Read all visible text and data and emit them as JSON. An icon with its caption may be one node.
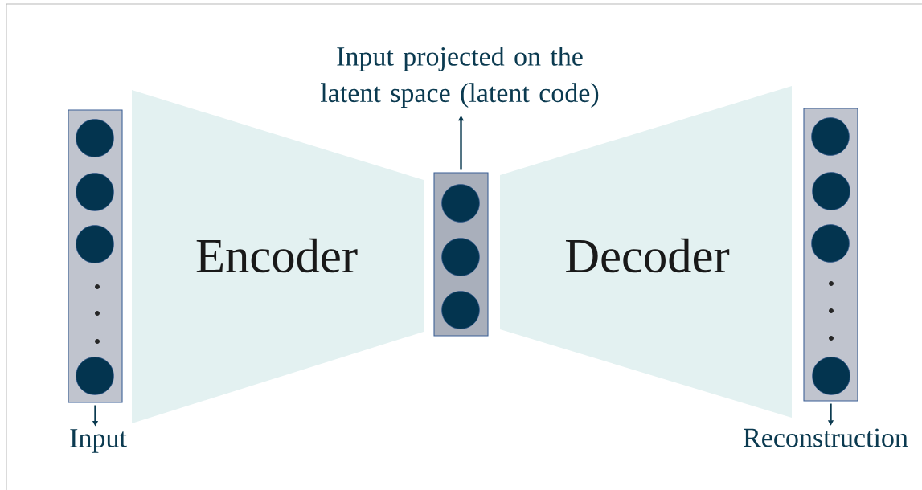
{
  "diagram": {
    "nodes": [
      {
        "text": [],
        "shape": "box"
      },
      {
        "text": [],
        "shape": "circle",
        "in": 0
      },
      {
        "text": [],
        "shape": "circle",
        "in": 0
      },
      {
        "text": [],
        "shape": "circle",
        "in": 0
      },
      {
        "text": [],
        "shape": "circle",
        "in": 0
      },
      {
        "text": [
          "Encoder"
        ]
      },
      {
        "text": [],
        "shape": "box"
      },
      {
        "text": [],
        "shape": "circle",
        "in": 6
      },
      {
        "text": [],
        "shape": "circle",
        "in": 6
      },
      {
        "text": [],
        "shape": "circle",
        "in": 6
      },
      {
        "text": [
          "Decoder"
        ]
      },
      {
        "text": [],
        "shape": "box"
      },
      {
        "text": [],
        "shape": "circle",
        "in": 11
      },
      {
        "text": [],
        "shape": "circle",
        "in": 11
      },
      {
        "text": [],
        "shape": "circle",
        "in": 11
      },
      {
        "text": [],
        "shape": "circle",
        "in": 11
      },
      {
        "text": [
          "Input"
        ]
      },
      {
        "text": [
          "Input projected on the latent space (latent code)"
        ]
      },
      {
        "text": [
          "Reconstruction"
        ]
      }
    ],
    "edges": [
      {
        "from": 0,
        "to": 16,
        "arrow": "to"
      },
      {
        "from": 6,
        "to": 17,
        "arrow": "to"
      },
      {
        "from": 11,
        "to": 18,
        "arrow": "to"
      }
    ]
  }
}
